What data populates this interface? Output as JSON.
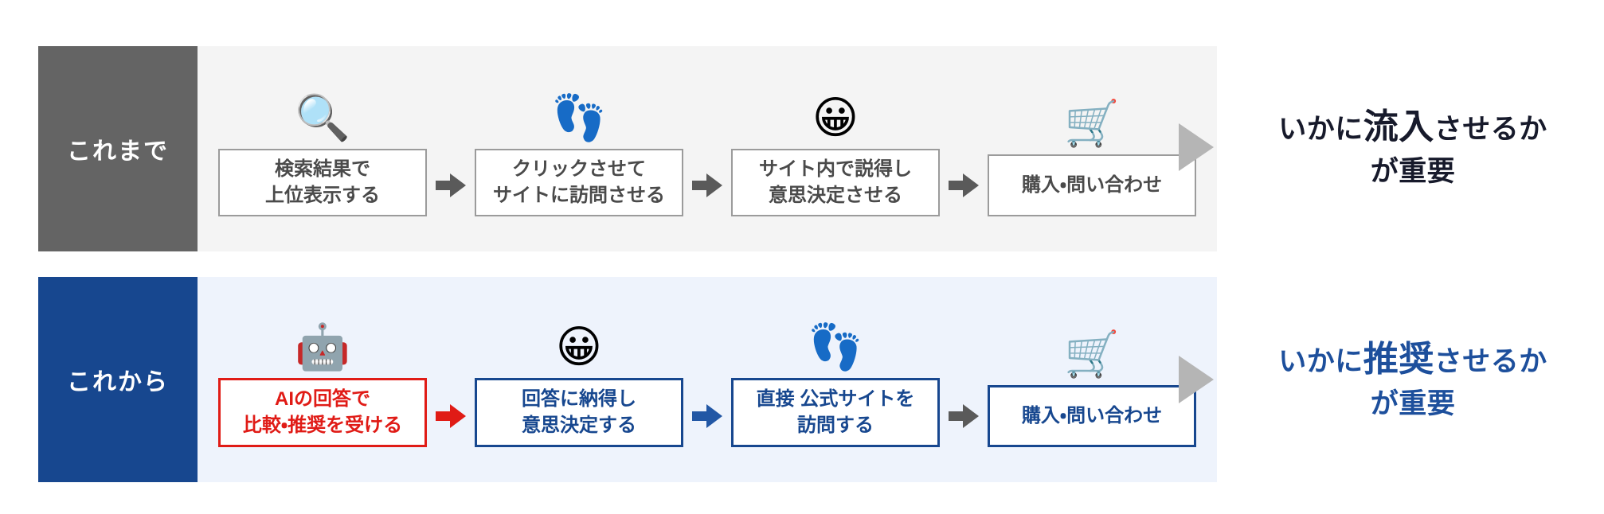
{
  "rows": [
    {
      "era_label": "これまで",
      "era_bg": "#646464",
      "band_bg": "#f4f4f4",
      "steps": [
        {
          "icon": "🔍",
          "icon_name": "magnifying-glass-icon",
          "line1": "検索結果で",
          "line2": "上位表示する",
          "style": "box-gray"
        },
        {
          "icon": "👣",
          "icon_name": "footprints-icon",
          "line1": "クリックさせて",
          "line2": "サイトに訪問させる",
          "style": "box-gray"
        },
        {
          "icon": "😀",
          "icon_name": "grinning-face-icon",
          "line1": "サイト内で説得し",
          "line2": "意思決定させる",
          "style": "box-gray"
        },
        {
          "icon": "🛒",
          "icon_name": "shopping-cart-icon",
          "line1": "購入・問い合わせ",
          "line2": "",
          "style": "box-gray"
        }
      ],
      "arrows": [
        "arrow-gray",
        "arrow-gray",
        "arrow-gray"
      ],
      "conclusion": {
        "prefix": "いかに",
        "keyword": "流入",
        "suffix": "させるか",
        "line2": "が重要",
        "color": "#171a2b"
      }
    },
    {
      "era_label": "これから",
      "era_bg": "#17478f",
      "band_bg": "#eef3fc",
      "steps": [
        {
          "icon": "🤖",
          "icon_name": "robot-face-icon",
          "line1": "AIの回答で",
          "line2": "比較・推奨を受ける",
          "style": "box-red"
        },
        {
          "icon": "😀",
          "icon_name": "grinning-face-icon",
          "line1": "回答に納得し",
          "line2": "意思決定する",
          "style": "box-blue"
        },
        {
          "icon": "👣",
          "icon_name": "footprints-icon",
          "line1": "直接 公式サイトを",
          "line2": "訪問する",
          "style": "box-blue"
        },
        {
          "icon": "🛒",
          "icon_name": "shopping-cart-icon",
          "line1": "購入・問い合わせ",
          "line2": "",
          "style": "box-blue"
        }
      ],
      "arrows": [
        "arrow-red",
        "arrow-blue",
        "arrow-gray"
      ],
      "conclusion": {
        "prefix": "いかに",
        "keyword": "推奨",
        "suffix": "させるか",
        "line2": "が重要",
        "color": "#1d4f9c"
      }
    }
  ],
  "colors": {
    "gray_label_bg": "#646464",
    "blue_label_bg": "#17478f",
    "past_band_bg": "#f4f4f4",
    "future_band_bg": "#eef3fc",
    "box_gray_border": "#9b9b9b",
    "box_red_border": "#e01b16",
    "box_blue_border": "#17478f",
    "triangle_gray": "#b5b5b5"
  }
}
